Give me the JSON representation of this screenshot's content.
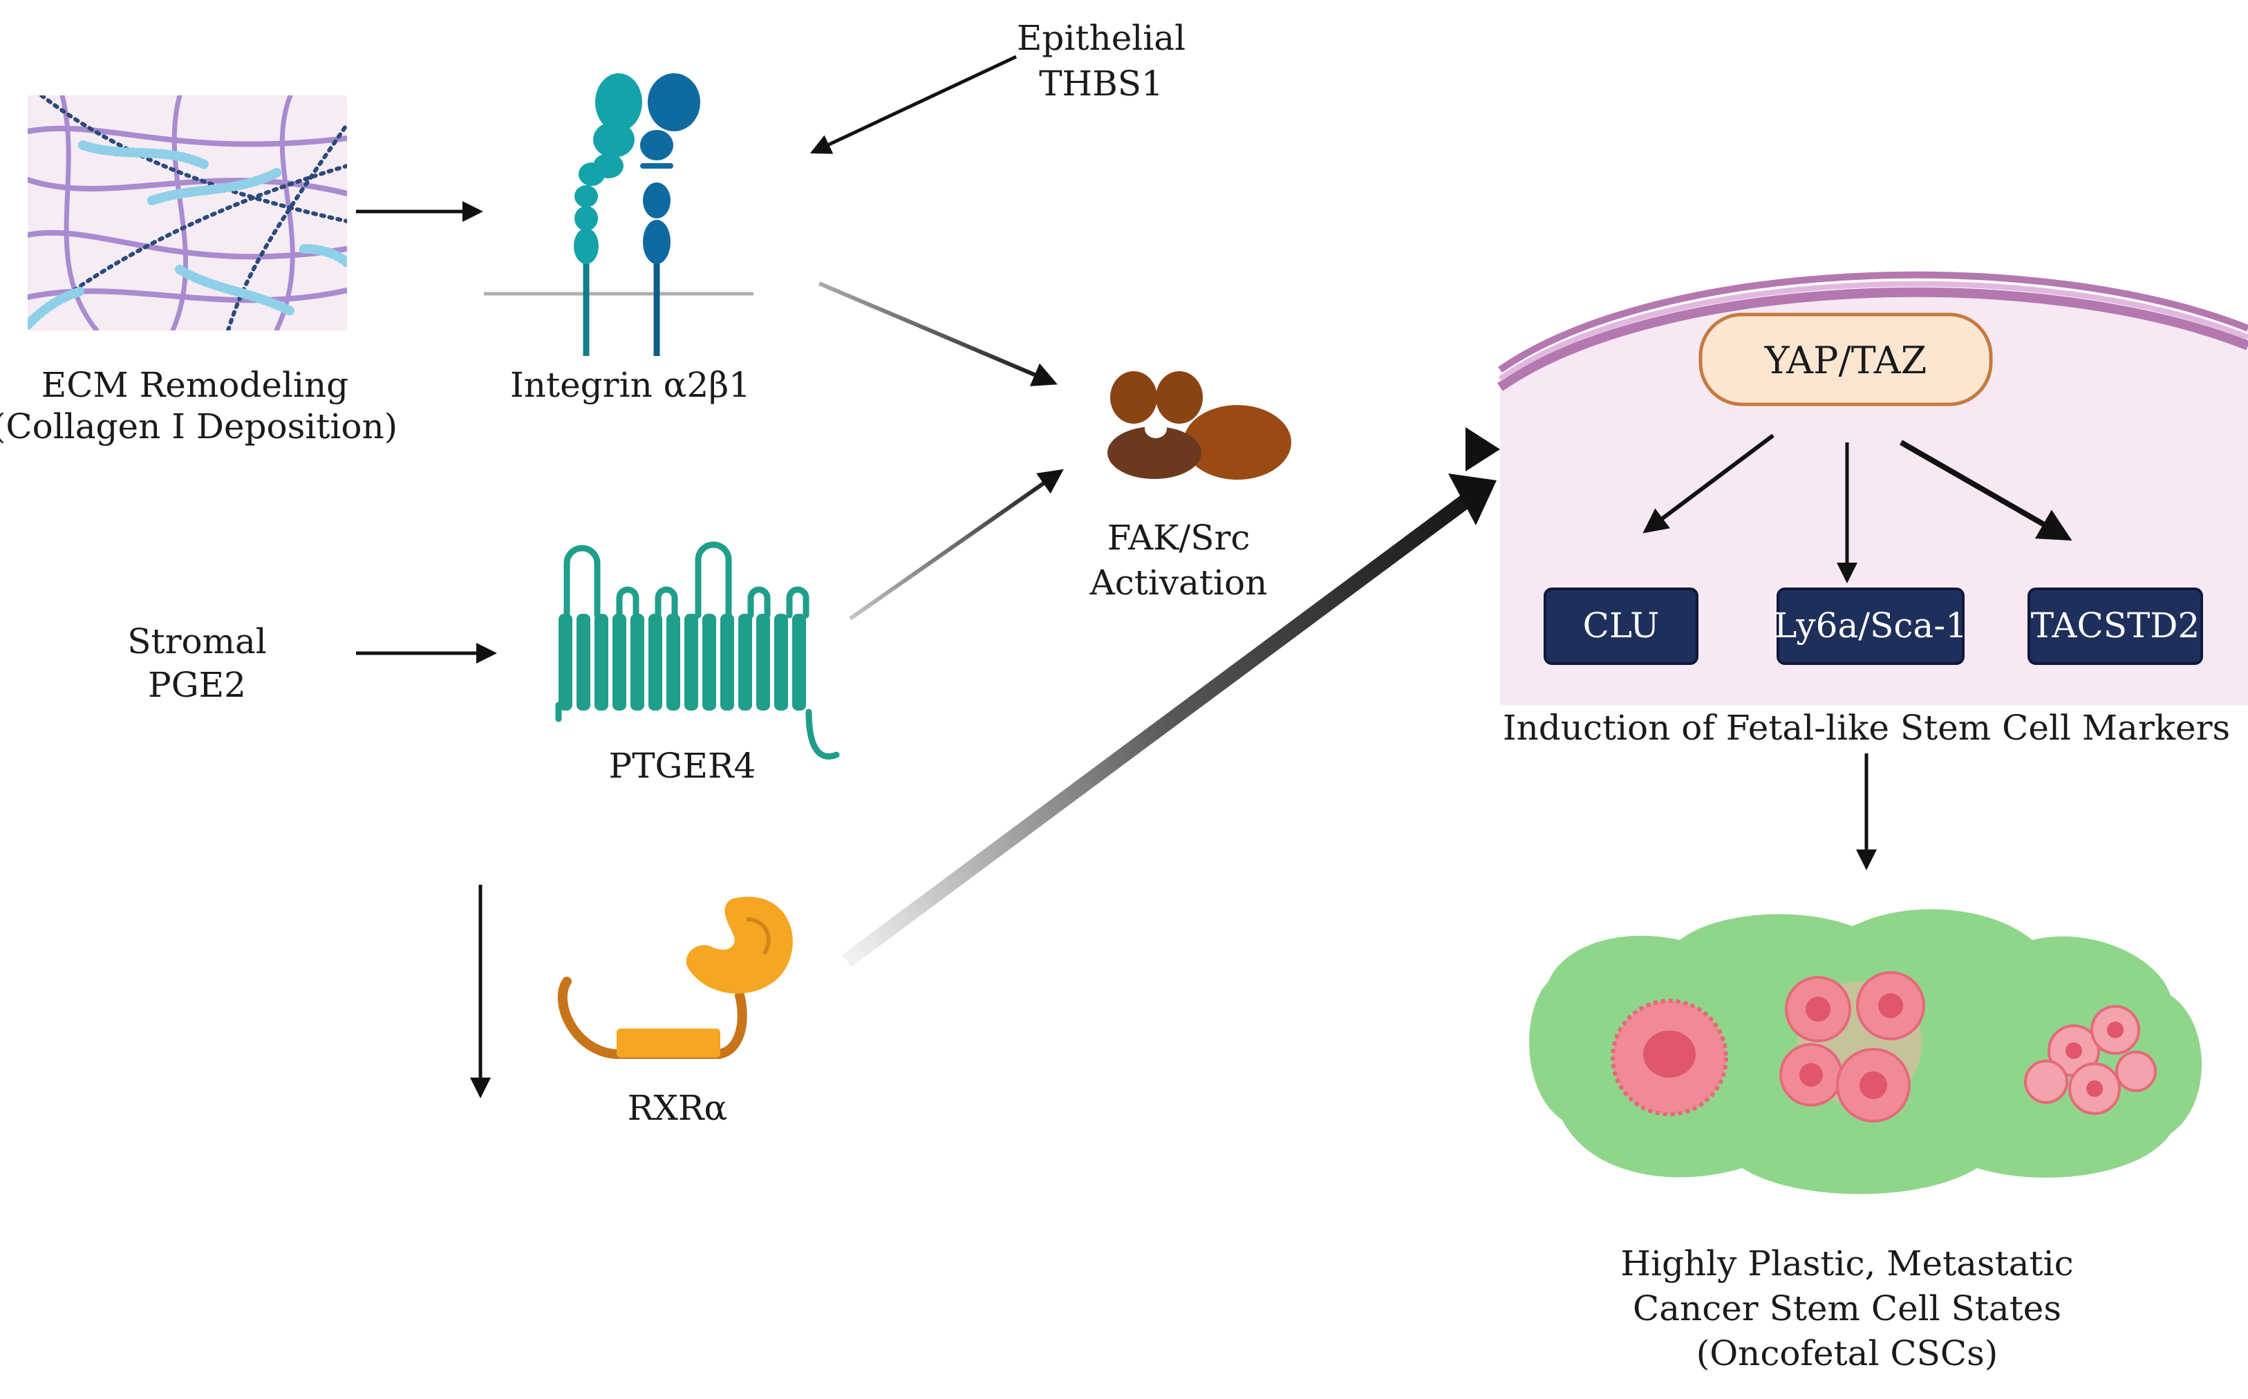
{
  "nodes": {
    "ecm": {
      "line1": "ECM Remodeling",
      "line2": "(Collagen I Deposition)",
      "icon": "collagen-fibers-icon"
    },
    "integrin": {
      "label": "Integrin α2β1",
      "icon": "integrin-receptor-icon"
    },
    "thbs1": {
      "line1": "Epithelial",
      "line2": "THBS1"
    },
    "pge2": {
      "line1": "Stromal",
      "line2": "PGE2"
    },
    "ptger4": {
      "label": "PTGER4",
      "icon": "gpcr-receptor-icon"
    },
    "rxra": {
      "label": "RXRα",
      "icon": "nuclear-receptor-icon"
    },
    "fak": {
      "line1": "FAK/Src",
      "line2": "Activation",
      "icon": "kinase-complex-icon"
    },
    "yap": {
      "label": "YAP/TAZ"
    },
    "markers": [
      {
        "label": "CLU"
      },
      {
        "label": "Ly6a/Sca-1"
      },
      {
        "label": "TACSTD2"
      }
    ],
    "markers_caption": "Induction of Fetal-like Stem Cell Markers",
    "csc": {
      "line1": "Highly Plastic, Metastatic",
      "line2": "Cancer Stem Cell States",
      "line3": "(Oncofetal CSCs)",
      "icon": "cancer-cell-cluster-icon"
    }
  },
  "colors": {
    "collagen_purple": "#a98bd0",
    "collagen_dark": "#2c4a7a",
    "collagen_light": "#8fd0e8",
    "integrin_teal": "#14a3a8",
    "integrin_blue": "#0f6aa0",
    "ptger4_green": "#1f9e8a",
    "rxra_orange": "#f5a623",
    "rxra_brown": "#c7741a",
    "fak_brown": "#9a4a14",
    "fak_dark": "#6b3a1e",
    "cell_membrane": "#b478b0",
    "cell_inner": "#f6e9f4",
    "yap_fill": "#fbe6d2",
    "yap_stroke": "#c57a3e",
    "marker_box": "#1f2f5c",
    "tumor_green": "#8fd68a",
    "cancer_pink": "#f08a96"
  }
}
